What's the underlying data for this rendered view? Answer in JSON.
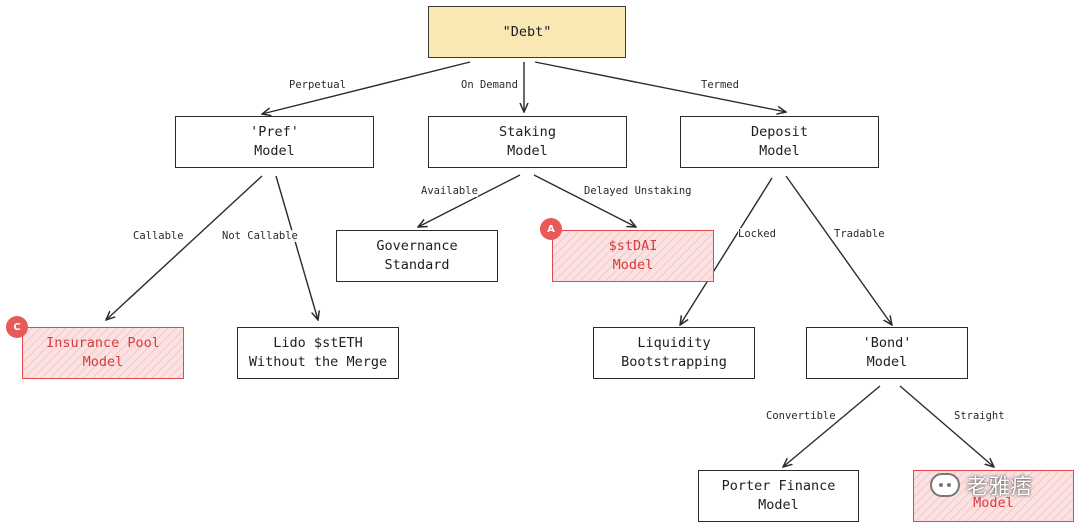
{
  "nodes": {
    "debt": "\"Debt\"",
    "pref": [
      "'Pref'",
      "Model"
    ],
    "staking": [
      "Staking",
      "Model"
    ],
    "deposit": [
      "Deposit",
      "Model"
    ],
    "governance": [
      "Governance",
      "Standard"
    ],
    "stdai": [
      "$stDAI",
      "Model"
    ],
    "insurance": [
      "Insurance Pool",
      "Model"
    ],
    "lido": [
      "Lido $stETH",
      "Without the Merge"
    ],
    "liquidity": [
      "Liquidity",
      "Bootstrapping"
    ],
    "bond": [
      "'Bond'",
      "Model"
    ],
    "porter": [
      "Porter Finance",
      "Model"
    ],
    "hidden_model": [
      "Model"
    ]
  },
  "edge_labels": {
    "perpetual": "Perpetual",
    "on_demand": "On Demand",
    "termed": "Termed",
    "callable": "Callable",
    "not_callable": "Not Callable",
    "available": "Available",
    "delayed_unstaking": "Delayed Unstaking",
    "locked": "Locked",
    "tradable": "Tradable",
    "convertible": "Convertible",
    "straight": "Straight"
  },
  "badges": {
    "stdai": "A",
    "insurance": "C"
  },
  "watermark": "老雅痞",
  "colors": {
    "root_fill": "#f9e7b4",
    "highlight_red": "#e04a4a",
    "badge_red": "#e85a5a",
    "line": "#2b2b2b"
  }
}
